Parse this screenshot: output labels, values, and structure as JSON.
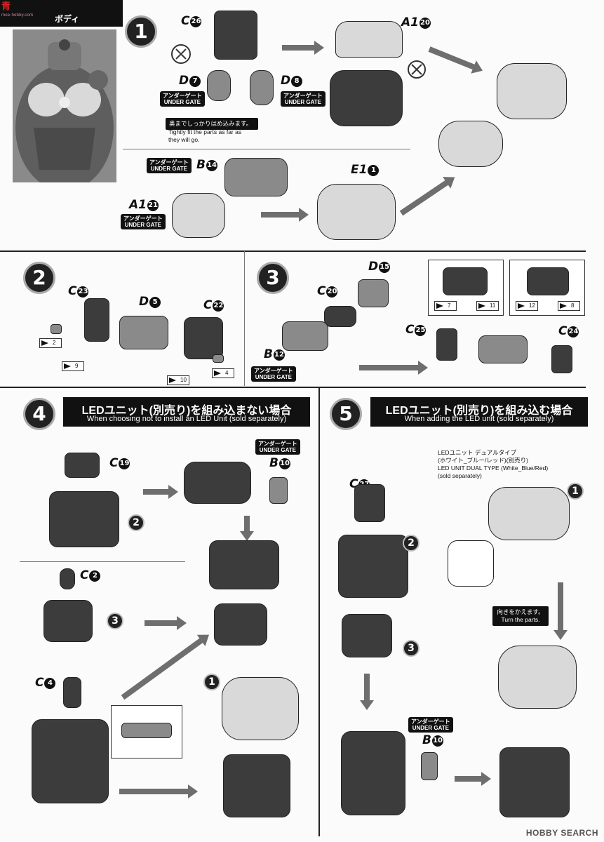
{
  "header": {
    "logo_text": "青",
    "logo_url": "moe-hobby.com",
    "section": "ボディ"
  },
  "steps": {
    "s1": "1",
    "s2": "2",
    "s3": "3",
    "s4": "4",
    "s5": "5"
  },
  "step1": {
    "c26": "C",
    "c26n": "26",
    "a120": "A1",
    "a120n": "20",
    "d7": "D",
    "d7n": "7",
    "d8": "D",
    "d8n": "8",
    "gate_jp": "アンダーゲート",
    "gate_en": "UNDER GATE",
    "note_jp": "奥までしっかりはめ込みます。",
    "note_en1": "Tightly fit the parts as far as",
    "note_en2": "they will go.",
    "b14": "B",
    "b14n": "14",
    "a121": "A1",
    "a121n": "21",
    "e11": "E1",
    "e11n": "1"
  },
  "step2": {
    "c23": "C",
    "c23n": "23",
    "d5": "D",
    "d5n": "5",
    "c22": "C",
    "c22n": "22",
    "tag2": "2",
    "tag9": "9",
    "tag10": "10",
    "tag4": "4"
  },
  "step3": {
    "d15": "D",
    "d15n": "15",
    "c20": "C",
    "c20n": "20",
    "b12": "B",
    "b12n": "12",
    "c25": "C",
    "c25n": "25",
    "c24": "C",
    "c24n": "24",
    "tag7": "7",
    "tag11": "11",
    "tag12": "12",
    "tag8": "8"
  },
  "step4": {
    "title": "LEDユニット(別売り)を組み込まない場合",
    "subtitle": "When choosing not to install an LED Unit (sold separately)",
    "c19": "C",
    "c19n": "19",
    "b10": "B",
    "b10n": "10",
    "c2": "C",
    "c2n": "2",
    "c4": "C",
    "c4n": "4",
    "sub2": "2",
    "sub3": "3",
    "sub1": "1"
  },
  "step5": {
    "title": "LEDユニット(別売り)を組み込む場合",
    "subtitle": "When adding the LED unit (sold separately)",
    "c27": "C",
    "c27n": "27",
    "led_jp1": "LEDユニット デュアルタイプ",
    "led_jp2": "(ホワイト_ブルー/レッド)(別売り)",
    "led_en1": "LED UNIT DUAL TYPE (White_Blue/Red)",
    "led_en2": "(sold separately)",
    "turn_jp": "向きをかえます。",
    "turn_en": "Turn the parts.",
    "b10": "B",
    "b10n": "10",
    "sub1": "1",
    "sub2": "2",
    "sub3": "3"
  },
  "footer": "HOBBY SEARCH"
}
